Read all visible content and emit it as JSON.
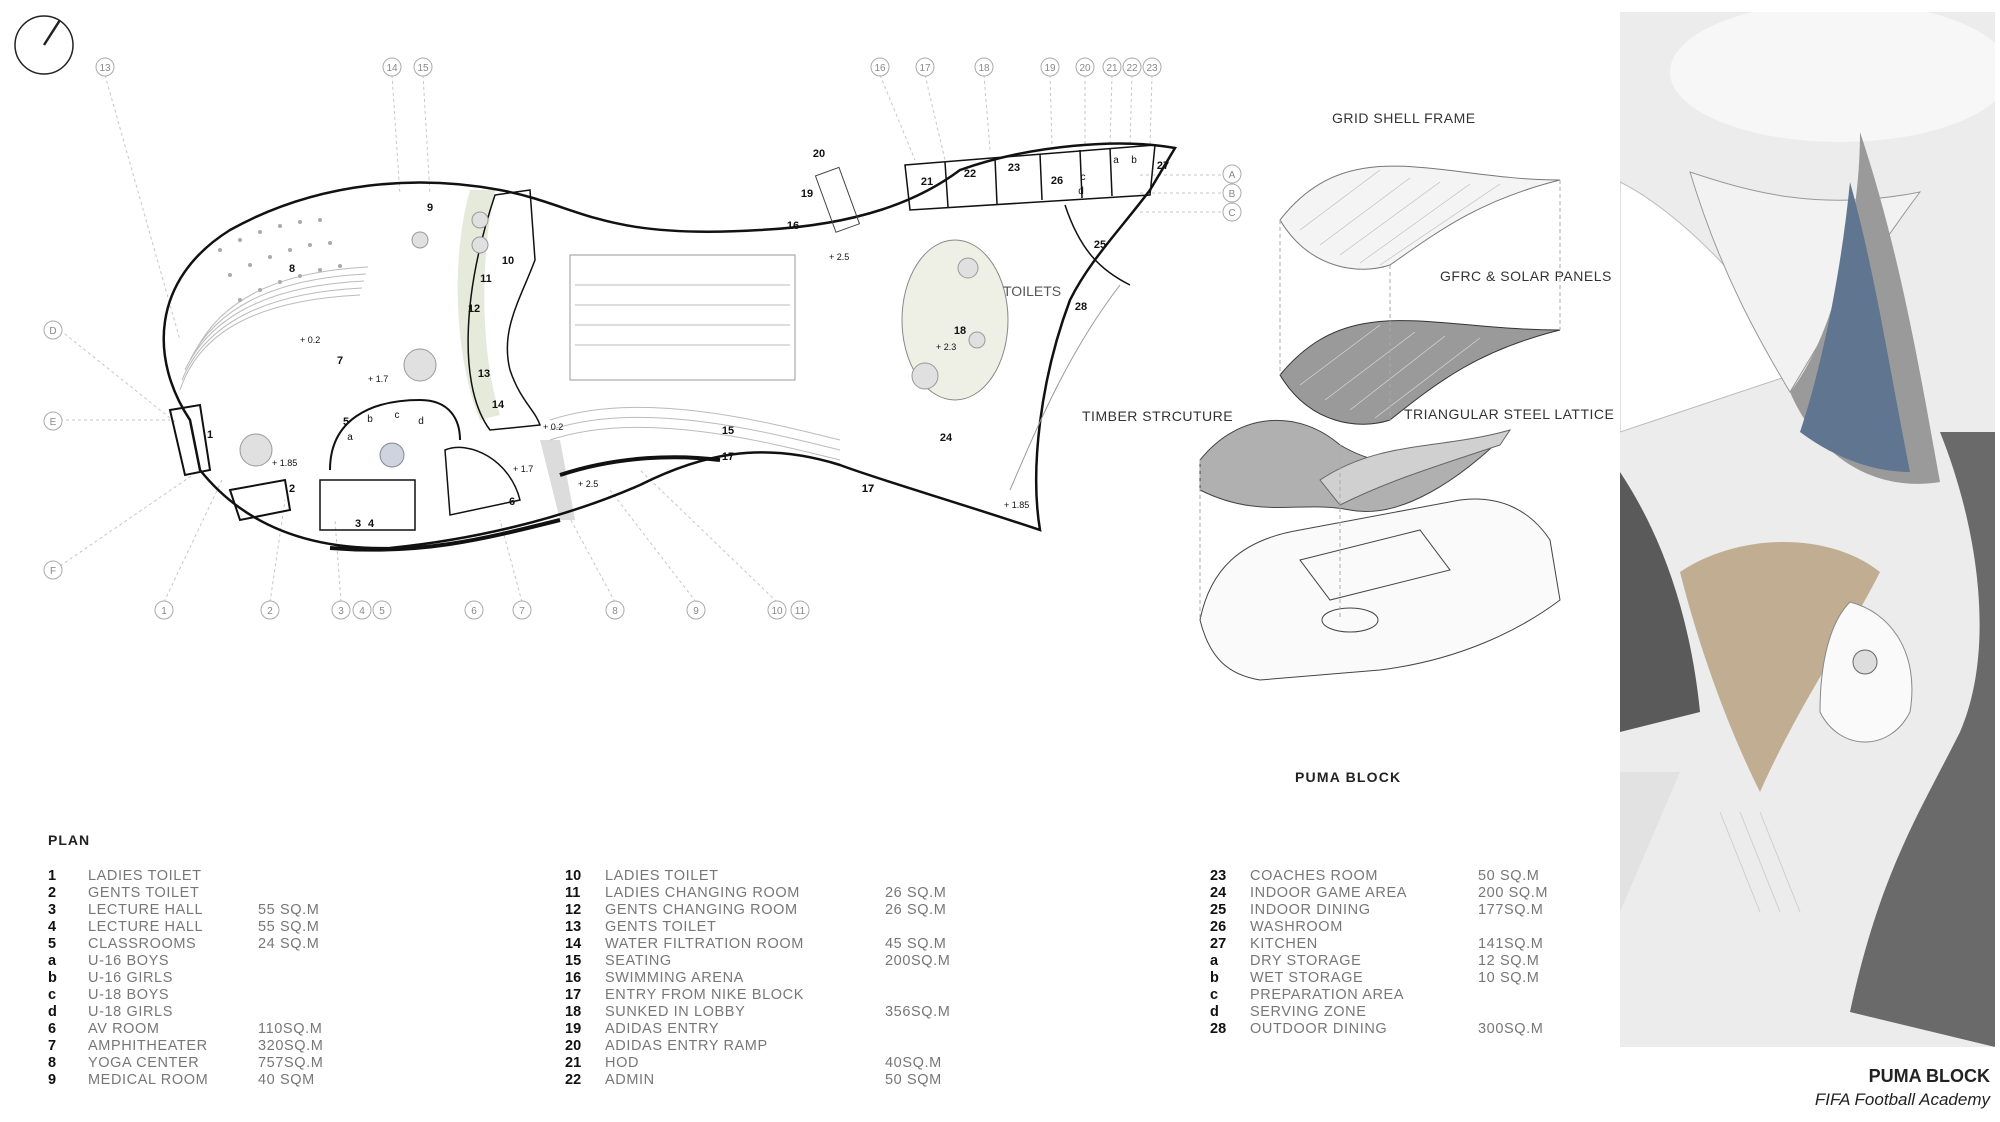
{
  "plan": {
    "heading": "PLAN",
    "callouts_bottom": [
      "1",
      "2",
      "3",
      "4",
      "5",
      "6",
      "7",
      "8",
      "9",
      "10",
      "11"
    ],
    "callouts_top": [
      "13",
      "14",
      "15",
      "16",
      "17",
      "18",
      "19",
      "20",
      "21",
      "22",
      "23"
    ],
    "grid_left": [
      "D",
      "E",
      "F"
    ],
    "grid_right": [
      "A",
      "B",
      "C"
    ],
    "room_labels": [
      "1",
      "2",
      "3",
      "4",
      "5",
      "6",
      "7",
      "8",
      "9",
      "10",
      "11",
      "12",
      "13",
      "14",
      "15",
      "16",
      "17",
      "17",
      "17",
      "18",
      "19",
      "20",
      "21",
      "22",
      "23",
      "24",
      "25",
      "26",
      "27",
      "28",
      "a",
      "b",
      "c",
      "d",
      "a",
      "b",
      "c",
      "d"
    ],
    "levels": [
      "+ 0.2",
      "+ 1.7",
      "+ 1.85",
      "+ 1.7",
      "+ 0.2",
      "+ 2.5",
      "+ 2.5",
      "+ 2.3",
      "+ 1.85"
    ],
    "toilets_label": "TOILETS"
  },
  "diagram": {
    "grid_shell": "GRID SHELL FRAME",
    "gfrc": "GFRC & SOLAR PANELS",
    "timber": "TIMBER STRCUTURE",
    "steel": "TRIANGULAR STEEL LATTICE",
    "block": "PUMA BLOCK"
  },
  "legend": {
    "col1": [
      {
        "num": "1",
        "name": "LADIES TOILET",
        "area": ""
      },
      {
        "num": "2",
        "name": "GENTS TOILET",
        "area": ""
      },
      {
        "num": "3",
        "name": "LECTURE HALL",
        "area": "55 SQ.M"
      },
      {
        "num": "4",
        "name": "LECTURE HALL",
        "area": "55 SQ.M"
      },
      {
        "num": "5",
        "name": "CLASSROOMS",
        "area": "24 SQ.M"
      },
      {
        "num": "a",
        "name": "U-16 BOYS",
        "area": ""
      },
      {
        "num": "b",
        "name": "U-16 GIRLS",
        "area": ""
      },
      {
        "num": "c",
        "name": "U-18 BOYS",
        "area": ""
      },
      {
        "num": "d",
        "name": "U-18 GIRLS",
        "area": ""
      },
      {
        "num": "6",
        "name": "AV ROOM",
        "area": "110SQ.M"
      },
      {
        "num": "7",
        "name": "AMPHITHEATER",
        "area": "320SQ.M"
      },
      {
        "num": "8",
        "name": "YOGA CENTER",
        "area": "757SQ.M"
      },
      {
        "num": "9",
        "name": "MEDICAL ROOM",
        "area": "40 SQM"
      }
    ],
    "col2": [
      {
        "num": "10",
        "name": "LADIES TOILET",
        "area": ""
      },
      {
        "num": "11",
        "name": "LADIES CHANGING ROOM",
        "area": "26 SQ.M"
      },
      {
        "num": "12",
        "name": "GENTS CHANGING ROOM",
        "area": "26 SQ.M"
      },
      {
        "num": "13",
        "name": "GENTS TOILET",
        "area": ""
      },
      {
        "num": "14",
        "name": "WATER FILTRATION ROOM",
        "area": "45 SQ.M"
      },
      {
        "num": "15",
        "name": "SEATING",
        "area": "200SQ.M"
      },
      {
        "num": "16",
        "name": "SWIMMING ARENA",
        "area": ""
      },
      {
        "num": "17",
        "name": "ENTRY FROM NIKE BLOCK",
        "area": ""
      },
      {
        "num": "18",
        "name": "SUNKED IN LOBBY",
        "area": "356SQ.M"
      },
      {
        "num": "19",
        "name": "ADIDAS ENTRY",
        "area": ""
      },
      {
        "num": "20",
        "name": "ADIDAS ENTRY RAMP",
        "area": ""
      },
      {
        "num": "21",
        "name": "HOD",
        "area": "40SQ.M"
      },
      {
        "num": "22",
        "name": "ADMIN",
        "area": "50 SQM"
      }
    ],
    "col3": [
      {
        "num": "23",
        "name": "COACHES ROOM",
        "area": "50 SQ.M"
      },
      {
        "num": "24",
        "name": "INDOOR GAME AREA",
        "area": "200 SQ.M"
      },
      {
        "num": "25",
        "name": "INDOOR DINING",
        "area": "177SQ.M"
      },
      {
        "num": "26",
        "name": "WASHROOM",
        "area": ""
      },
      {
        "num": "27",
        "name": "KITCHEN",
        "area": "141SQ.M"
      },
      {
        "num": "a",
        "name": "DRY STORAGE",
        "area": "12 SQ.M"
      },
      {
        "num": "b",
        "name": "WET STORAGE",
        "area": "10 SQ.M"
      },
      {
        "num": "c",
        "name": "PREPARATION AREA",
        "area": ""
      },
      {
        "num": "d",
        "name": "SERVING ZONE",
        "area": ""
      },
      {
        "num": "28",
        "name": "OUTDOOR DINING",
        "area": "300SQ.M"
      }
    ]
  },
  "title": {
    "main": "PUMA BLOCK",
    "sub": "FIFA Football Academy"
  },
  "colors": {
    "ink": "#111111",
    "faint": "#9a9a9a",
    "landscape": "#e6eadb",
    "glass_blue": "#5f7590",
    "timber": "#b79f7c"
  },
  "icons": [
    "north-arrow-icon"
  ]
}
